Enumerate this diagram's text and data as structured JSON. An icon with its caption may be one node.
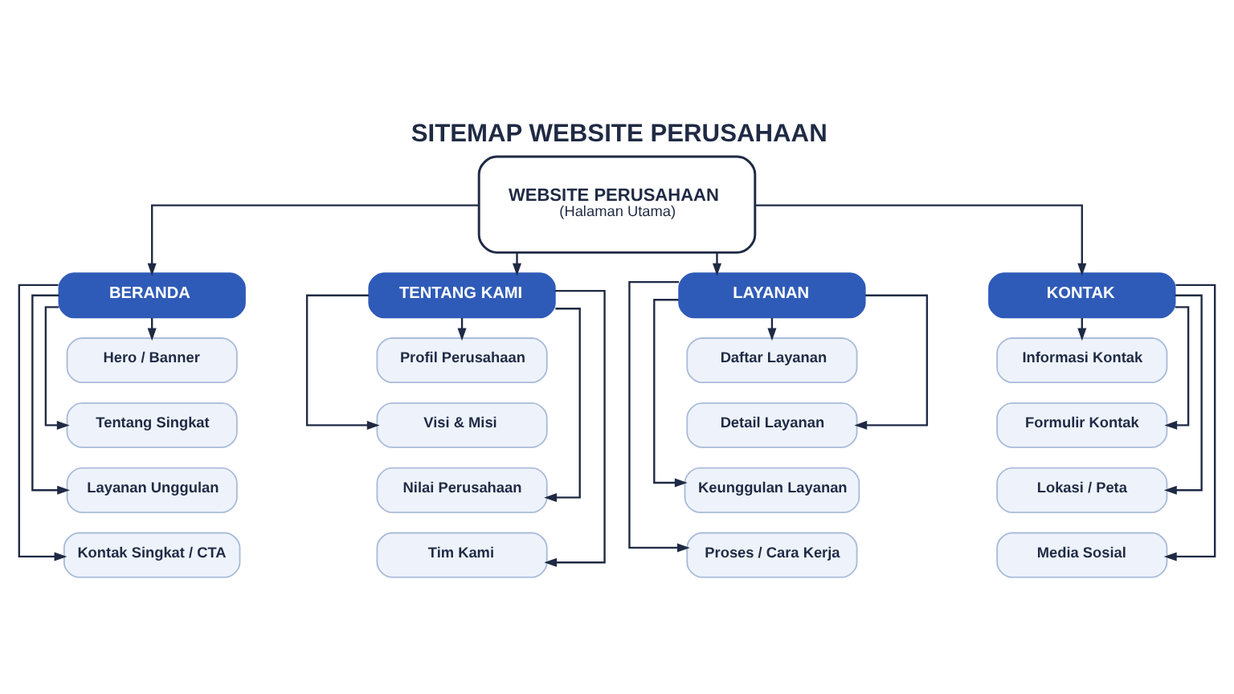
{
  "diagram": {
    "title": "SITEMAP WEBSITE PERUSAHAAN",
    "nodes": [
      {
        "text": [
          "WEBSITE PERUSAHAAN",
          "(Halaman Utama)"
        ]
      },
      {
        "text": [
          "BERANDA"
        ]
      },
      {
        "text": [
          "Hero / Banner"
        ]
      },
      {
        "text": [
          "Tentang Singkat"
        ]
      },
      {
        "text": [
          "Layanan Unggulan"
        ]
      },
      {
        "text": [
          "Kontak Singkat / CTA"
        ]
      },
      {
        "text": [
          "TENTANG KAMI"
        ]
      },
      {
        "text": [
          "Profil Perusahaan"
        ]
      },
      {
        "text": [
          "Visi & Misi"
        ]
      },
      {
        "text": [
          "Nilai Perusahaan"
        ]
      },
      {
        "text": [
          "Tim Kami"
        ]
      },
      {
        "text": [
          "LAYANAN"
        ]
      },
      {
        "text": [
          "Daftar Layanan"
        ]
      },
      {
        "text": [
          "Detail Layanan"
        ]
      },
      {
        "text": [
          "Keunggulan Layanan"
        ]
      },
      {
        "text": [
          "Proses / Cara Kerja"
        ]
      },
      {
        "text": [
          "KONTAK"
        ]
      },
      {
        "text": [
          "Informasi Kontak"
        ]
      },
      {
        "text": [
          "Formulir Kontak"
        ]
      },
      {
        "text": [
          "Lokasi / Peta"
        ]
      },
      {
        "text": [
          "Media Sosial"
        ]
      }
    ],
    "edges": [
      {
        "from": 0,
        "to": 1,
        "arrow": "to"
      },
      {
        "from": 0,
        "to": 6,
        "arrow": "to"
      },
      {
        "from": 0,
        "to": 11,
        "arrow": "to"
      },
      {
        "from": 0,
        "to": 16,
        "arrow": "to"
      },
      {
        "from": 1,
        "to": 2,
        "arrow": "to"
      },
      {
        "from": 1,
        "to": 3,
        "arrow": "to"
      },
      {
        "from": 1,
        "to": 4,
        "arrow": "to"
      },
      {
        "from": 1,
        "to": 5,
        "arrow": "to"
      },
      {
        "from": 6,
        "to": 7,
        "arrow": "to"
      },
      {
        "from": 6,
        "to": 8,
        "arrow": "to"
      },
      {
        "from": 6,
        "to": 9,
        "arrow": "to"
      },
      {
        "from": 6,
        "to": 10,
        "arrow": "to"
      },
      {
        "from": 11,
        "to": 12,
        "arrow": "to"
      },
      {
        "from": 11,
        "to": 13,
        "arrow": "to"
      },
      {
        "from": 11,
        "to": 14,
        "arrow": "to"
      },
      {
        "from": 11,
        "to": 15,
        "arrow": "to"
      },
      {
        "from": 16,
        "to": 17,
        "arrow": "to"
      },
      {
        "from": 16,
        "to": 18,
        "arrow": "to"
      },
      {
        "from": 16,
        "to": 19,
        "arrow": "to"
      },
      {
        "from": 16,
        "to": 20,
        "arrow": "to"
      }
    ]
  }
}
